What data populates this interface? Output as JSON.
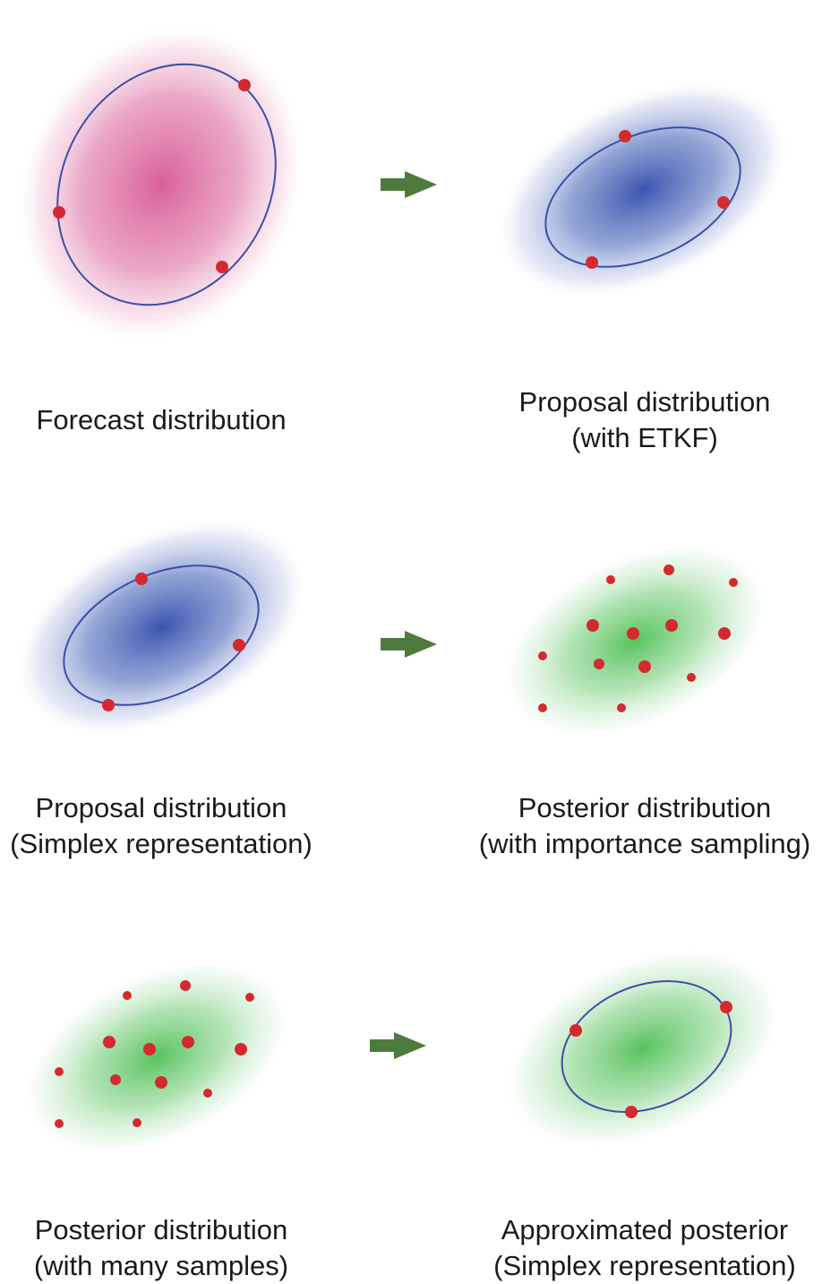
{
  "colors": {
    "forecast": "#d9609a",
    "proposal": "#3a55b0",
    "posterior": "#4fbf55",
    "ellipse_stroke": "#3b4fa8",
    "particle": "#d42a2f",
    "arrow": "#4e7a3e"
  },
  "panels": [
    {
      "id": "forecast",
      "caption": [
        "Forecast distribution"
      ]
    },
    {
      "id": "proposal_etkf",
      "caption": [
        "Proposal distribution",
        "(with ETKF)"
      ]
    },
    {
      "id": "proposal_simplex",
      "caption": [
        "Proposal distribution",
        "(Simplex representation)"
      ]
    },
    {
      "id": "posterior_is",
      "caption": [
        "Posterior distribution",
        "(with importance sampling)"
      ]
    },
    {
      "id": "posterior_many",
      "caption": [
        "Posterior distribution",
        "(with many samples)"
      ]
    },
    {
      "id": "approx_posterior",
      "caption": [
        "Approximated posterior",
        "(Simplex representation)"
      ]
    }
  ],
  "arrows": [
    "arrow-row-1",
    "arrow-row-2",
    "arrow-row-3"
  ]
}
